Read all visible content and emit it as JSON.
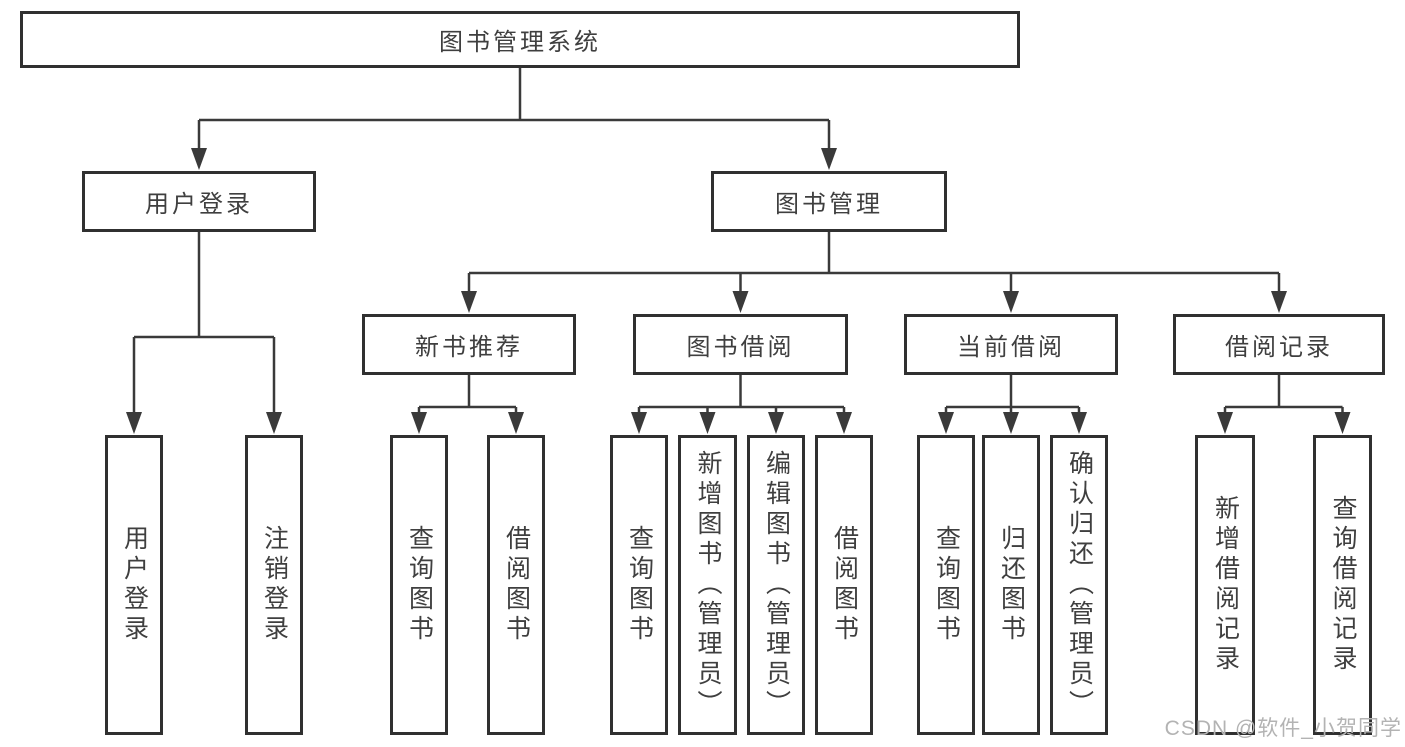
{
  "title": "图书管理系统",
  "watermark": "CSDN @软件_小贺同学",
  "colors": {
    "background": "#ffffff",
    "line": "#3a3a3a",
    "border": "#303030",
    "text": "#3f3f3f",
    "watermark": "#b3b3b3"
  },
  "diagram": {
    "type": "hierarchy-tree",
    "root": "root",
    "nodes": [
      {
        "id": "root",
        "label": "图书管理系统",
        "level": 1,
        "orientation": "horizontal"
      },
      {
        "id": "user-login",
        "label": "用户登录",
        "level": 2,
        "orientation": "horizontal"
      },
      {
        "id": "book-mgmt",
        "label": "图书管理",
        "level": 2,
        "orientation": "horizontal"
      },
      {
        "id": "new-book",
        "label": "新书推荐",
        "level": 3,
        "orientation": "horizontal"
      },
      {
        "id": "book-borrow",
        "label": "图书借阅",
        "level": 3,
        "orientation": "horizontal"
      },
      {
        "id": "current-borrow",
        "label": "当前借阅",
        "level": 3,
        "orientation": "horizontal"
      },
      {
        "id": "borrow-record",
        "label": "借阅记录",
        "level": 3,
        "orientation": "horizontal"
      },
      {
        "id": "leaf-user-login",
        "label": "用户登录",
        "level": 4,
        "orientation": "vertical"
      },
      {
        "id": "leaf-logout",
        "label": "注销登录",
        "level": 4,
        "orientation": "vertical"
      },
      {
        "id": "nb-query",
        "label": "查询图书",
        "level": 4,
        "orientation": "vertical"
      },
      {
        "id": "nb-borrow",
        "label": "借阅图书",
        "level": 4,
        "orientation": "vertical"
      },
      {
        "id": "bb-query",
        "label": "查询图书",
        "level": 4,
        "orientation": "vertical"
      },
      {
        "id": "bb-add",
        "label": "新增图书（管理员）",
        "level": 4,
        "orientation": "vertical"
      },
      {
        "id": "bb-edit",
        "label": "编辑图书（管理员）",
        "level": 4,
        "orientation": "vertical"
      },
      {
        "id": "bb-borrow",
        "label": "借阅图书",
        "level": 4,
        "orientation": "vertical"
      },
      {
        "id": "cb-query",
        "label": "查询图书",
        "level": 4,
        "orientation": "vertical"
      },
      {
        "id": "cb-return",
        "label": "归还图书",
        "level": 4,
        "orientation": "vertical"
      },
      {
        "id": "cb-confirm",
        "label": "确认归还（管理员）",
        "level": 4,
        "orientation": "vertical"
      },
      {
        "id": "br-add",
        "label": "新增借阅记录",
        "level": 4,
        "orientation": "vertical"
      },
      {
        "id": "br-query",
        "label": "查询借阅记录",
        "level": 4,
        "orientation": "vertical"
      }
    ],
    "edges": [
      {
        "from": "root",
        "to": [
          "user-login",
          "book-mgmt"
        ]
      },
      {
        "from": "user-login",
        "to": [
          "leaf-user-login",
          "leaf-logout"
        ]
      },
      {
        "from": "book-mgmt",
        "to": [
          "new-book",
          "book-borrow",
          "current-borrow",
          "borrow-record"
        ]
      },
      {
        "from": "new-book",
        "to": [
          "nb-query",
          "nb-borrow"
        ]
      },
      {
        "from": "book-borrow",
        "to": [
          "bb-query",
          "bb-add",
          "bb-edit",
          "bb-borrow"
        ]
      },
      {
        "from": "current-borrow",
        "to": [
          "cb-query",
          "cb-return",
          "cb-confirm"
        ]
      },
      {
        "from": "borrow-record",
        "to": [
          "br-add",
          "br-query"
        ]
      }
    ]
  }
}
